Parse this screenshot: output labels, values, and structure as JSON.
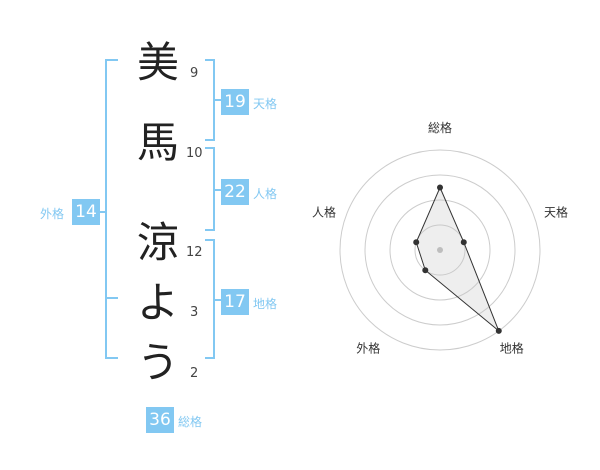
{
  "name_chars": [
    {
      "char": "美",
      "strokes": "9"
    },
    {
      "char": "馬",
      "strokes": "10"
    },
    {
      "char": "涼",
      "strokes": "12"
    },
    {
      "char": "よ",
      "strokes": "3"
    },
    {
      "char": "う",
      "strokes": "2"
    }
  ],
  "kaku": {
    "tenkaku": {
      "value": "19",
      "label": "天格"
    },
    "jinkaku": {
      "value": "22",
      "label": "人格"
    },
    "chikaku": {
      "value": "17",
      "label": "地格"
    },
    "gaikaku": {
      "value": "14",
      "label": "外格"
    },
    "soukaku": {
      "value": "36",
      "label": "総格"
    }
  },
  "colors": {
    "accent": "#82c8f2",
    "text": "#222222"
  },
  "chart_data": {
    "type": "radar",
    "axes": [
      "総格",
      "天格",
      "地格",
      "外格",
      "人格"
    ],
    "rings": 4,
    "scale_max": 4,
    "values": [
      2.5,
      1,
      4,
      1,
      1
    ]
  }
}
